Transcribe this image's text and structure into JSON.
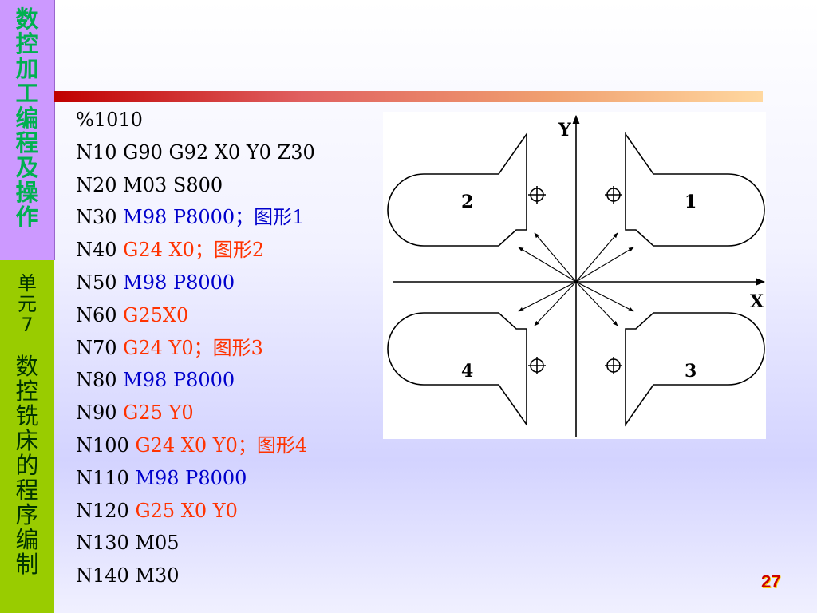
{
  "sidebar": {
    "course_title_chars": [
      "数",
      "控",
      "加",
      "工",
      "编",
      "程",
      "及",
      "操",
      "作"
    ],
    "unit_label_chars": [
      "单",
      "元",
      "7"
    ],
    "unit_title_chars": [
      "数",
      "控",
      "铣",
      "床",
      "的",
      "程",
      "序",
      "编",
      "制"
    ]
  },
  "code": {
    "lines": [
      {
        "parts": [
          {
            "text": "%1010",
            "color": "black"
          }
        ]
      },
      {
        "parts": [
          {
            "text": "N10 G90 G92 X0 Y0 Z30",
            "color": "black"
          }
        ]
      },
      {
        "parts": [
          {
            "text": "N20 M03 S800",
            "color": "black"
          }
        ]
      },
      {
        "parts": [
          {
            "text": "N30 ",
            "color": "black"
          },
          {
            "text": "M98 P8000；图形1",
            "color": "blue"
          }
        ]
      },
      {
        "parts": [
          {
            "text": "N40 ",
            "color": "black"
          },
          {
            "text": "G24 X0；图形2",
            "color": "red"
          }
        ]
      },
      {
        "parts": [
          {
            "text": "N50 ",
            "color": "black"
          },
          {
            "text": "M98 P8000",
            "color": "blue"
          }
        ]
      },
      {
        "parts": [
          {
            "text": "N60 ",
            "color": "black"
          },
          {
            "text": "G25X0",
            "color": "red"
          }
        ]
      },
      {
        "parts": [
          {
            "text": "N70 ",
            "color": "black"
          },
          {
            "text": "G24 Y0；图形3",
            "color": "red"
          }
        ]
      },
      {
        "parts": [
          {
            "text": "N80 ",
            "color": "black"
          },
          {
            "text": "M98 P8000",
            "color": "blue"
          }
        ]
      },
      {
        "parts": [
          {
            "text": "N90 ",
            "color": "black"
          },
          {
            "text": "G25 Y0",
            "color": "red"
          }
        ]
      },
      {
        "parts": [
          {
            "text": "N100 ",
            "color": "black"
          },
          {
            "text": "G24 X0 Y0；图形4",
            "color": "red"
          }
        ]
      },
      {
        "parts": [
          {
            "text": "N110 ",
            "color": "black"
          },
          {
            "text": "M98 P8000",
            "color": "blue"
          }
        ]
      },
      {
        "parts": [
          {
            "text": "N120 ",
            "color": "black"
          },
          {
            "text": "G25 X0 Y0",
            "color": "red"
          }
        ]
      },
      {
        "parts": [
          {
            "text": "N130 M05",
            "color": "black"
          }
        ]
      },
      {
        "parts": [
          {
            "text": "N140 M30",
            "color": "black"
          }
        ]
      }
    ]
  },
  "figure": {
    "axis_x_label": "X",
    "axis_y_label": "Y",
    "shape_labels": [
      "1",
      "2",
      "3",
      "4"
    ]
  },
  "page_number": "27",
  "colors": {
    "sidebar_top": "#cc99ff",
    "sidebar_bottom": "#99cc00",
    "code_blue": "#0000cc",
    "code_red": "#ff3300",
    "page_number": "#cc0000"
  }
}
